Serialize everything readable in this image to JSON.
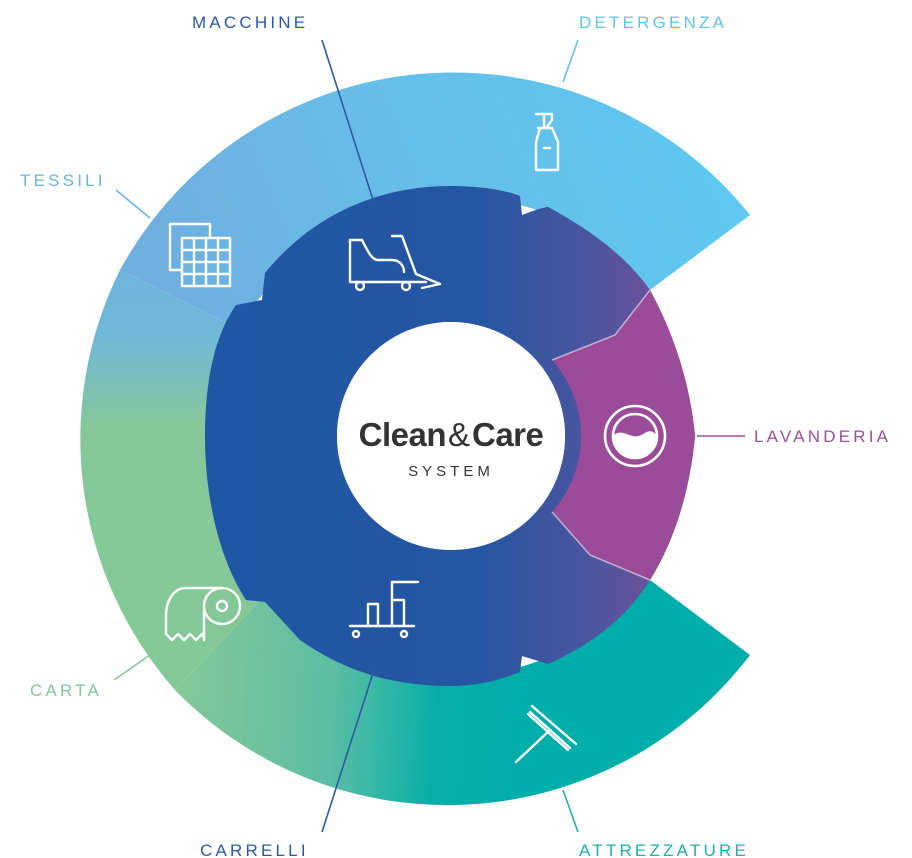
{
  "brand": {
    "word1": "Clean",
    "amp": "&",
    "word2": "Care",
    "subtitle": "SYSTEM"
  },
  "categories": [
    {
      "id": "macchine",
      "label": "MACCHINE",
      "color": "#2b5aa4",
      "icon": "cleaning-machine-icon"
    },
    {
      "id": "detergenza",
      "label": "DETERGENZA",
      "color": "#5fc5ee",
      "icon": "spray-bottle-icon"
    },
    {
      "id": "tessili",
      "label": "TESSILI",
      "color": "#6cb2e3",
      "icon": "textile-cloth-icon"
    },
    {
      "id": "lavanderia",
      "label": "LAVANDERIA",
      "color": "#9b4f98",
      "icon": "washing-machine-icon"
    },
    {
      "id": "carta",
      "label": "CARTA",
      "color": "#83c79a",
      "icon": "paper-roll-icon"
    },
    {
      "id": "carrelli",
      "label": "CARRELLI",
      "color": "#2b5aa4",
      "icon": "cleaning-cart-icon"
    },
    {
      "id": "attrezzature",
      "label": "ATTREZZATURE",
      "color": "#1fb0aa",
      "icon": "window-squeegee-icon"
    }
  ],
  "colors": {
    "inner_blue": "#1f57a3",
    "inner_purple": "#9a4c98",
    "outer_light_blue": "#63c4ee",
    "outer_green": "#86c897",
    "outer_teal": "#02aea9",
    "center": "#ffffff",
    "brand_text": "#333333"
  }
}
